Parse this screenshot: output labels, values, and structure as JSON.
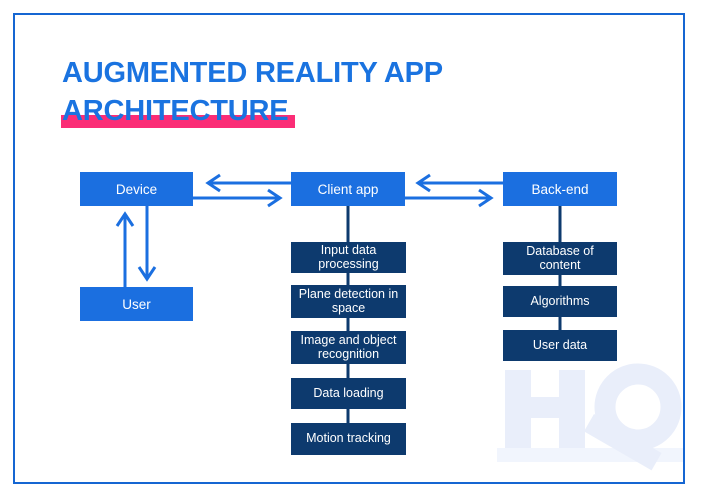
{
  "title": {
    "line1": "AUGMENTED REALITY APP",
    "line2": "ARCHITECTURE"
  },
  "colors": {
    "primary_blue": "#1b6fe0",
    "dark_navy": "#0d3a6e",
    "highlight_pink": "#fb2d76",
    "border_blue": "#1566d2",
    "title_blue": "#1a73e0",
    "watermark_blue": "#e9eefa"
  },
  "diagram": {
    "nodes": {
      "device": "Device",
      "user": "User",
      "client_app": "Client app",
      "backend": "Back-end"
    },
    "client_pipeline": [
      "Input data processing",
      "Plane detection in space",
      "Image and object recognition",
      "Data loading",
      "Motion tracking"
    ],
    "backend_pipeline": [
      "Database of content",
      "Algorithms",
      "User data"
    ]
  },
  "watermark": {
    "logo": "HQ"
  }
}
